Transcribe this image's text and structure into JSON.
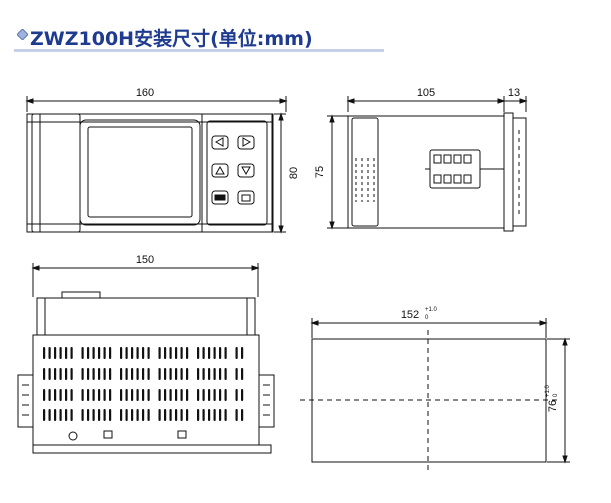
{
  "title": "ZWZ100H安装尺寸(单位:mm)",
  "icons": {
    "bullet": "diamond-bullet-icon"
  },
  "colors": {
    "title": "#1f3b8f",
    "line": "#111111",
    "hatch": "#222222"
  },
  "front_view": {
    "width_label": "160",
    "height_label": "80"
  },
  "side_view": {
    "depth_label": "105",
    "bezel_label": "13",
    "height_label": "75"
  },
  "bottom_view": {
    "width_label": "150"
  },
  "cutout": {
    "width_label": "152",
    "width_tol_upper": "+1.0",
    "width_tol_lower": "0",
    "height_label": "76",
    "height_tol_upper": "+1.0",
    "height_tol_lower": "0"
  }
}
